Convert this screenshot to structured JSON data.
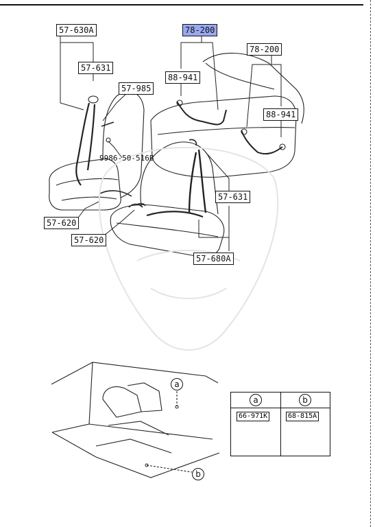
{
  "callouts": {
    "belt_left_top": "57-630A",
    "anchor_left": "57-631",
    "buckle_left_top": "57-985",
    "bolt_ref": "9986-50-516B",
    "buckle_left_lower": "57-620",
    "buckle_left_bottom": "57-620",
    "rear_belt_main": "78-200",
    "rear_belt_right": "78-200",
    "rear_buckle_left": "88-941",
    "rear_buckle_right": "88-941",
    "anchor_right": "57-631",
    "belt_right": "57-680A"
  },
  "fastener_table": {
    "headers": [
      "a",
      "b"
    ],
    "parts": [
      "66-971K",
      "68-815A"
    ]
  },
  "floor_markers": {
    "a": "a",
    "b": "b"
  }
}
